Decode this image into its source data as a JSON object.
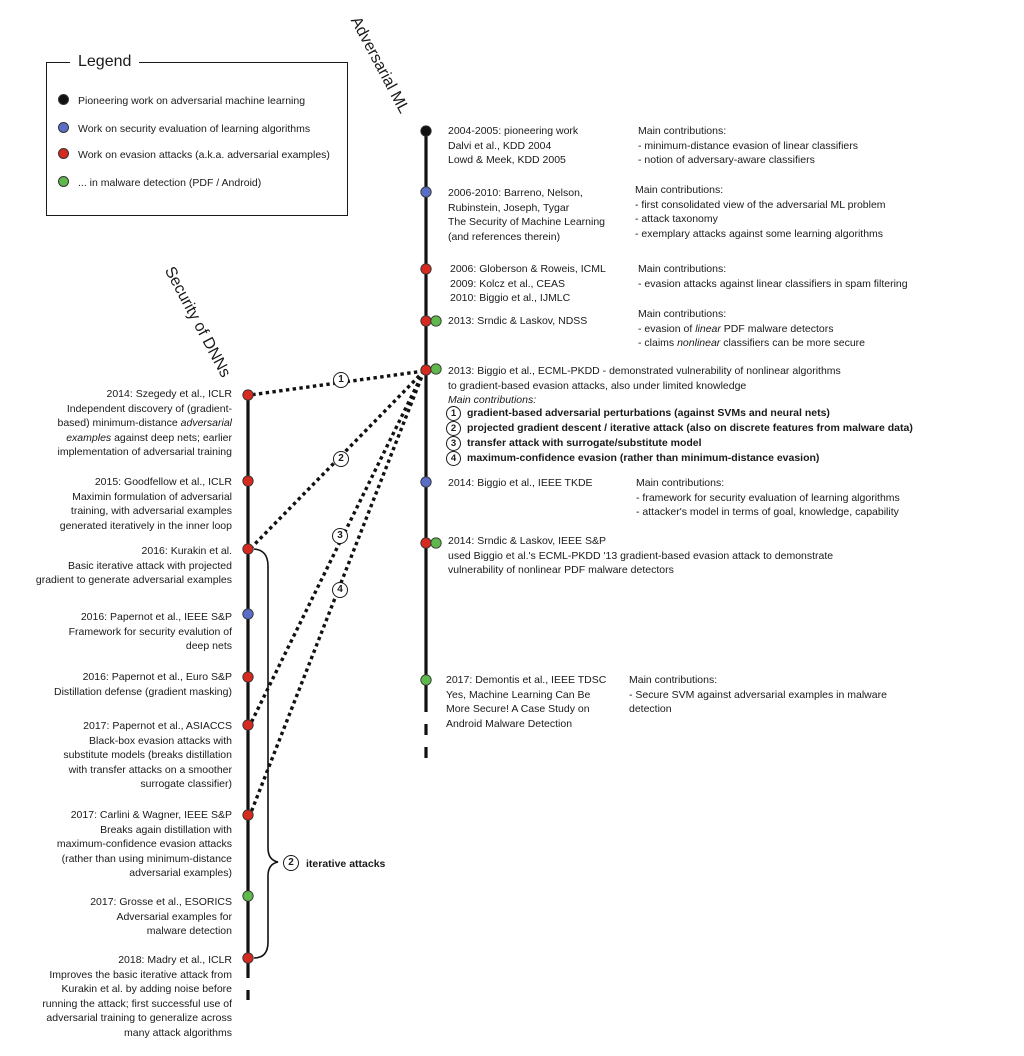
{
  "colors": {
    "black": "#111111",
    "blue": "#5b6ec7",
    "red": "#d42a1f",
    "green": "#5fb84c"
  },
  "legend": {
    "title": "Legend",
    "items": [
      {
        "color": "black",
        "label": "Pioneering work on adversarial machine learning"
      },
      {
        "color": "blue",
        "label": "Work on security evaluation of learning algorithms"
      },
      {
        "color": "red",
        "label": "Work on evasion attacks  (a.k.a. adversarial examples)"
      },
      {
        "color": "green",
        "label": "... in malware detection (PDF / Android)"
      }
    ]
  },
  "timelines": {
    "adversarial_ml": "Adversarial ML",
    "security_dnns": "Security of DNNs"
  },
  "adv_ml": [
    {
      "lines": [
        "2004-2005: pioneering work",
        "Dalvi et al., KDD 2004",
        "Lowd & Meek, KDD 2005"
      ],
      "contrib_title": "Main contributions:",
      "contrib": [
        "-    minimum-distance evasion of linear classifiers",
        "-    notion of adversary-aware classifiers"
      ]
    },
    {
      "lines": [
        "2006-2010: Barreno, Nelson,",
        "Rubinstein, Joseph, Tygar",
        "The Security of Machine Learning",
        "(and references therein)"
      ],
      "contrib_title": "Main contributions:",
      "contrib": [
        "-    first consolidated view of the adversarial ML problem",
        "-    attack taxonomy",
        "-    exemplary attacks against some learning algorithms"
      ]
    },
    {
      "lines": [
        "2006: Globerson & Roweis, ICML",
        "2009: Kolcz et al., CEAS",
        "2010: Biggio et al., IJMLC"
      ],
      "contrib_title": "Main contributions:",
      "contrib": [
        "-    evasion attacks against linear classifiers in spam filtering"
      ]
    },
    {
      "lines": [
        "2013: Srndic & Laskov, NDSS"
      ],
      "contrib_title": "Main contributions:",
      "contrib_a": "-    evasion of ",
      "contrib_a_em": "linear",
      "contrib_a_end": " PDF malware detectors",
      "contrib_b": "-    claims ",
      "contrib_b_em": "nonlinear",
      "contrib_b_end": " classifiers can be more secure"
    },
    {
      "line1": "2013: Biggio et al., ECML-PKDD - demonstrated vulnerability of nonlinear algorithms",
      "line2": "to gradient-based evasion attacks, also under limited knowledge",
      "contrib_title": "Main contributions:",
      "numbered": [
        {
          "n": "1",
          "text": "gradient-based adversarial perturbations (against SVMs and neural nets)"
        },
        {
          "n": "2",
          "text": "projected gradient descent / iterative attack (also on discrete features from malware data)"
        },
        {
          "n": "3",
          "text": "transfer attack with surrogate/substitute model"
        },
        {
          "n": "4",
          "text": "maximum-confidence evasion (rather than minimum-distance evasion)"
        }
      ]
    },
    {
      "lines": [
        "2014: Biggio et al., IEEE TKDE"
      ],
      "contrib_title": "Main contributions:",
      "contrib": [
        "-    framework for security evaluation of learning algorithms",
        "-    attacker's model in terms of goal, knowledge, capability"
      ]
    },
    {
      "lines": [
        "2014: Srndic & Laskov, IEEE S&P",
        "used Biggio et al.'s ECML-PKDD '13 gradient-based evasion attack to demonstrate",
        "vulnerability of nonlinear PDF malware detectors"
      ]
    },
    {
      "lines": [
        "2017: Demontis et al., IEEE TDSC",
        "Yes, Machine Learning Can Be",
        "More Secure! A Case Study on",
        "Android Malware Detection"
      ],
      "contrib_title": "Main contributions:",
      "contrib": [
        "-    Secure SVM against adversarial examples in malware",
        "      detection"
      ]
    }
  ],
  "dnn": [
    {
      "lines": [
        "2014: Szegedy et al., ICLR",
        "Independent discovery of (gradient-"
      ],
      "em_line_a": "based) minimum-distance ",
      "em_line_a_em": "adversarial",
      "em_line_b_em": "examples",
      "em_line_b": " against deep nets; earlier",
      "tail": [
        "implementation of adversarial training"
      ]
    },
    {
      "lines": [
        "2015: Goodfellow et al., ICLR",
        "Maximin formulation of adversarial",
        "training, with adversarial examples",
        "generated iteratively in the inner loop"
      ]
    },
    {
      "lines": [
        "2016: Kurakin et al.",
        "Basic iterative attack with projected",
        "gradient to generate adversarial examples"
      ]
    },
    {
      "lines": [
        "2016: Papernot et al., IEEE S&P",
        "Framework for security evalution of",
        "deep nets"
      ]
    },
    {
      "lines": [
        "2016: Papernot et al., Euro S&P",
        "Distillation defense (gradient masking)"
      ]
    },
    {
      "lines": [
        "2017: Papernot et al., ASIACCS",
        "Black-box evasion attacks with",
        "substitute models (breaks distillation",
        "with transfer attacks on a smoother",
        "surrogate classifier)"
      ]
    },
    {
      "lines": [
        "2017: Carlini & Wagner, IEEE S&P",
        "Breaks again distillation with",
        "maximum-confidence evasion attacks",
        "(rather than using minimum-distance",
        "adversarial examples)"
      ]
    },
    {
      "lines": [
        "2017: Grosse et al., ESORICS",
        "Adversarial examples for",
        "malware detection"
      ]
    },
    {
      "lines": [
        "2018: Madry et al., ICLR",
        "Improves the basic iterative attack from",
        "Kurakin et al. by adding noise before",
        "running the attack; first successful use of",
        "adversarial training to generalize across",
        "many attack algorithms"
      ]
    }
  ],
  "links": [
    {
      "n": "1"
    },
    {
      "n": "2"
    },
    {
      "n": "3"
    },
    {
      "n": "4"
    }
  ],
  "bracket": {
    "n": "2",
    "label": "iterative attacks"
  }
}
